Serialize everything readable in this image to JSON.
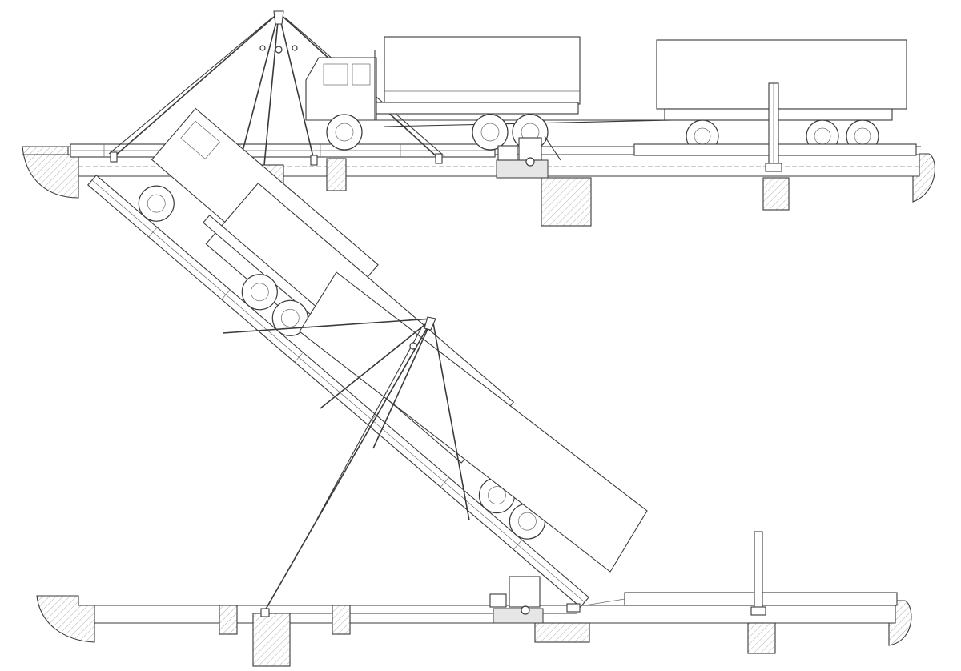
{
  "drawing": {
    "views": [
      {
        "id": "top",
        "state": "truck on platform, horizontal"
      },
      {
        "id": "bottom",
        "state": "platform tilted, truck raised"
      }
    ],
    "icons": [
      "truck-icon",
      "trailer-icon",
      "tripod-frame-icon",
      "winch-icon",
      "post-icon"
    ]
  }
}
